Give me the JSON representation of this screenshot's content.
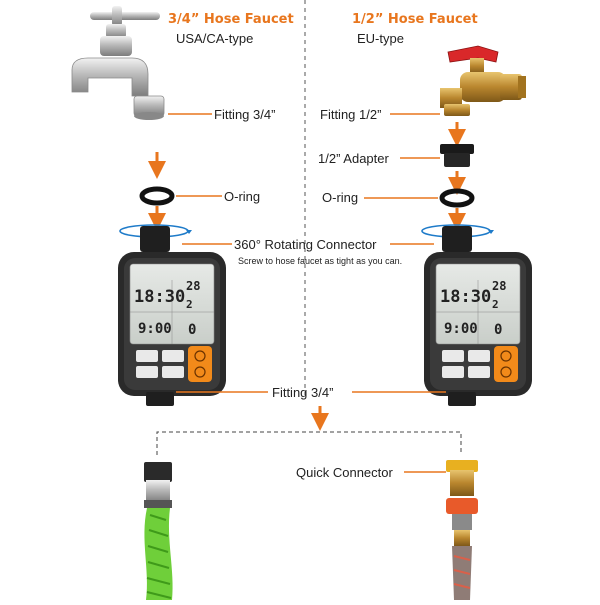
{
  "left": {
    "title": "3/4” Hose Faucet",
    "subtitle": "USA/CA-type",
    "fitting_label": "Fitting 3/4”",
    "oring_label": "O-ring"
  },
  "right": {
    "title": "1/2” Hose Faucet",
    "subtitle": "EU-type",
    "fitting_label": "Fitting 1/2”",
    "adapter_label": "1/2” Adapter",
    "oring_label": "O-ring"
  },
  "center": {
    "rotating_label": "360° Rotating Connector",
    "rotating_note": "Screw to hose faucet as tight as you can.",
    "bottom_fitting_label": "Fitting 3/4”",
    "quick_connector_label": "Quick Connector"
  },
  "display": {
    "time": "18:30",
    "start_time": "9:00",
    "days": "28",
    "how_often": "2",
    "duration": "0"
  },
  "colors": {
    "accent": "#e8761e",
    "hose_green": "#6fcf3a",
    "faucet_red": "#d9282a",
    "brass": "#c99a3c"
  }
}
